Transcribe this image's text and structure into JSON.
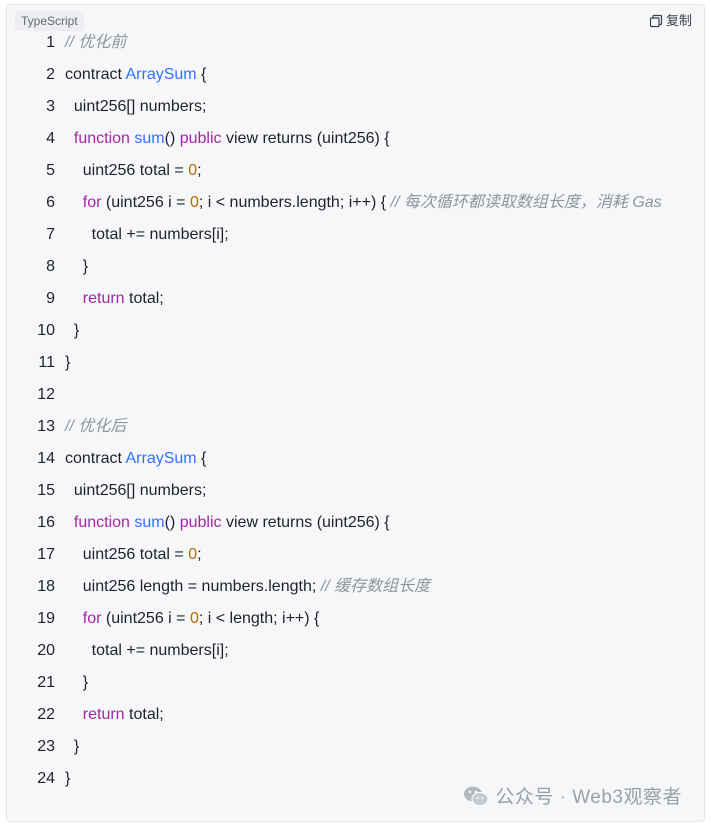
{
  "header": {
    "language": "TypeScript",
    "copy_label": "复制"
  },
  "watermark": {
    "text": "公众号 · Web3观察者"
  },
  "colors": {
    "keyword": "#a626a4",
    "class_name": "#3370ff",
    "number": "#b76b01",
    "comment": "#8f959e"
  },
  "lines": [
    {
      "n": "1",
      "tokens": [
        {
          "t": "// 优化前",
          "c": "comment"
        }
      ]
    },
    {
      "n": "2",
      "tokens": [
        {
          "t": "contract ",
          "c": "plain"
        },
        {
          "t": "ArraySum",
          "c": "class"
        },
        {
          "t": " {",
          "c": "plain"
        }
      ]
    },
    {
      "n": "3",
      "tokens": [
        {
          "t": "  uint256[] numbers;",
          "c": "plain"
        }
      ]
    },
    {
      "n": "4",
      "tokens": [
        {
          "t": "  ",
          "c": "plain"
        },
        {
          "t": "function",
          "c": "kw"
        },
        {
          "t": " ",
          "c": "plain"
        },
        {
          "t": "sum",
          "c": "fn"
        },
        {
          "t": "() ",
          "c": "plain"
        },
        {
          "t": "public",
          "c": "kw"
        },
        {
          "t": " view returns (uint256) {",
          "c": "plain"
        }
      ]
    },
    {
      "n": "5",
      "tokens": [
        {
          "t": "    uint256 total = ",
          "c": "plain"
        },
        {
          "t": "0",
          "c": "num"
        },
        {
          "t": ";",
          "c": "plain"
        }
      ]
    },
    {
      "n": "6",
      "tokens": [
        {
          "t": "    ",
          "c": "plain"
        },
        {
          "t": "for",
          "c": "kw"
        },
        {
          "t": " (uint256 i = ",
          "c": "plain"
        },
        {
          "t": "0",
          "c": "num"
        },
        {
          "t": "; i < numbers.length; i++) { ",
          "c": "plain"
        },
        {
          "t": "// 每次循环都读取数组长度，消耗 Gas",
          "c": "comment"
        }
      ]
    },
    {
      "n": "7",
      "tokens": [
        {
          "t": "      total += numbers[i];",
          "c": "plain"
        }
      ]
    },
    {
      "n": "8",
      "tokens": [
        {
          "t": "    }",
          "c": "plain"
        }
      ]
    },
    {
      "n": "9",
      "tokens": [
        {
          "t": "    ",
          "c": "plain"
        },
        {
          "t": "return",
          "c": "kw"
        },
        {
          "t": " total;",
          "c": "plain"
        }
      ]
    },
    {
      "n": "10",
      "tokens": [
        {
          "t": "  }",
          "c": "plain"
        }
      ]
    },
    {
      "n": "11",
      "tokens": [
        {
          "t": "}",
          "c": "plain"
        }
      ]
    },
    {
      "n": "12",
      "tokens": [
        {
          "t": "",
          "c": "plain"
        }
      ]
    },
    {
      "n": "13",
      "tokens": [
        {
          "t": "// 优化后",
          "c": "comment"
        }
      ]
    },
    {
      "n": "14",
      "tokens": [
        {
          "t": "contract ",
          "c": "plain"
        },
        {
          "t": "ArraySum",
          "c": "class"
        },
        {
          "t": " {",
          "c": "plain"
        }
      ]
    },
    {
      "n": "15",
      "tokens": [
        {
          "t": "  uint256[] numbers;",
          "c": "plain"
        }
      ]
    },
    {
      "n": "16",
      "tokens": [
        {
          "t": "  ",
          "c": "plain"
        },
        {
          "t": "function",
          "c": "kw"
        },
        {
          "t": " ",
          "c": "plain"
        },
        {
          "t": "sum",
          "c": "fn"
        },
        {
          "t": "() ",
          "c": "plain"
        },
        {
          "t": "public",
          "c": "kw"
        },
        {
          "t": " view returns (uint256) {",
          "c": "plain"
        }
      ]
    },
    {
      "n": "17",
      "tokens": [
        {
          "t": "    uint256 total = ",
          "c": "plain"
        },
        {
          "t": "0",
          "c": "num"
        },
        {
          "t": ";",
          "c": "plain"
        }
      ]
    },
    {
      "n": "18",
      "tokens": [
        {
          "t": "    uint256 length = numbers.length; ",
          "c": "plain"
        },
        {
          "t": "// 缓存数组长度",
          "c": "comment"
        }
      ]
    },
    {
      "n": "19",
      "tokens": [
        {
          "t": "    ",
          "c": "plain"
        },
        {
          "t": "for",
          "c": "kw"
        },
        {
          "t": " (uint256 i = ",
          "c": "plain"
        },
        {
          "t": "0",
          "c": "num"
        },
        {
          "t": "; i < length; i++) {",
          "c": "plain"
        }
      ]
    },
    {
      "n": "20",
      "tokens": [
        {
          "t": "      total += numbers[i];",
          "c": "plain"
        }
      ]
    },
    {
      "n": "21",
      "tokens": [
        {
          "t": "    }",
          "c": "plain"
        }
      ]
    },
    {
      "n": "22",
      "tokens": [
        {
          "t": "    ",
          "c": "plain"
        },
        {
          "t": "return",
          "c": "kw"
        },
        {
          "t": " total;",
          "c": "plain"
        }
      ]
    },
    {
      "n": "23",
      "tokens": [
        {
          "t": "  }",
          "c": "plain"
        }
      ]
    },
    {
      "n": "24",
      "tokens": [
        {
          "t": "}",
          "c": "plain"
        }
      ]
    }
  ]
}
